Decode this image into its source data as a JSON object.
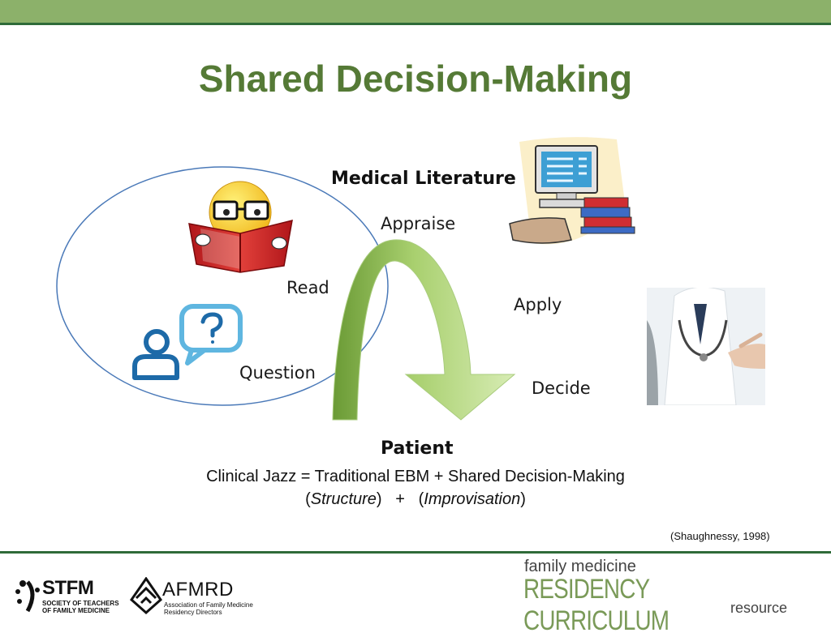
{
  "slide": {
    "title": "Shared Decision-Making"
  },
  "diagram": {
    "medical_literature": "Medical Literature",
    "appraise": "Appraise",
    "read": "Read",
    "question": "Question",
    "apply": "Apply",
    "decide": "Decide",
    "patient": "Patient"
  },
  "formula": {
    "line1": "Clinical Jazz = Traditional EBM + Shared Decision-Making",
    "open1": "(",
    "structure": "Structure",
    "close1": ")",
    "plus": "+",
    "open2": "(",
    "improvisation": "Improvisation",
    "close2": ")"
  },
  "citation": "(Shaughnessy, 1998)",
  "footer": {
    "stfm_name": "STFM",
    "stfm_sub": "SOCIETY OF TEACHERS OF FAMILY MEDICINE",
    "afmrd_name": "AFMRD",
    "afmrd_sub": "Association of Family Medicine Residency Directors",
    "fm_line1": "family medicine",
    "fm_line2": "RESIDENCY CURRICULUM",
    "fm_line3": "resource"
  },
  "colors": {
    "title_green": "#557a36",
    "bar_green": "#8cb16a",
    "line_green": "#2f6b39",
    "arrow_green": "#8dbb4f",
    "ellipse_blue": "#4a79b8",
    "icon_blue": "#1d6aa8"
  }
}
